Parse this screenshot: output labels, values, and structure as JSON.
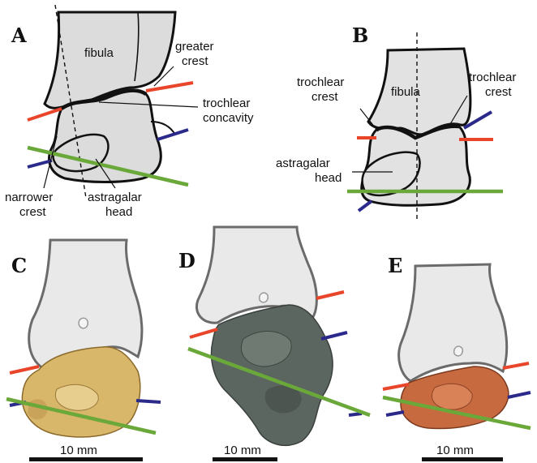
{
  "panels": {
    "A": {
      "label": "A",
      "annotations": {
        "fibula": "fibula",
        "greater_crest_1": "greater",
        "greater_crest_2": "crest",
        "trochlear_concavity_1": "trochlear",
        "trochlear_concavity_2": "concavity",
        "narrower_crest_1": "narrower",
        "narrower_crest_2": "crest",
        "astragalar_head_1": "astragalar",
        "astragalar_head_2": "head"
      }
    },
    "B": {
      "label": "B",
      "annotations": {
        "fibula": "fibula",
        "trochlear_crest_left_1": "trochlear",
        "trochlear_crest_left_2": "crest",
        "trochlear_crest_right_1": "trochlear",
        "trochlear_crest_right_2": "crest",
        "astragalar_head_1": "astragalar",
        "astragalar_head_2": "head"
      }
    },
    "C": {
      "label": "C",
      "scale_bar": "10 mm"
    },
    "D": {
      "label": "D",
      "scale_bar": "10 mm"
    },
    "E": {
      "label": "E",
      "scale_bar": "10 mm"
    }
  },
  "colors": {
    "red_line": "#e8452a",
    "blue_line": "#2b2a8a",
    "green_line": "#6aa83a",
    "specimen_C": "#d8b66a",
    "specimen_D": "#5c6660",
    "specimen_E": "#c86a40"
  }
}
